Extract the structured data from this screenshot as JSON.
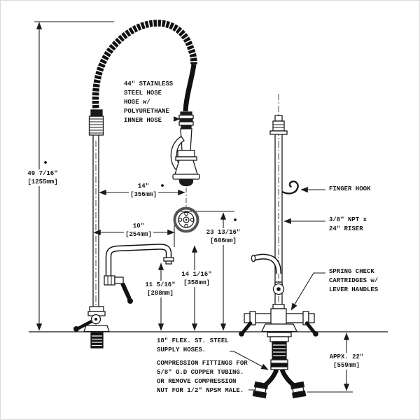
{
  "drawing_title": "pre-rinse-faucet-dimension-diagram",
  "diagram": {
    "colors": {
      "line": "#1b1b1b",
      "hose": "#111111",
      "background": "#ffffff"
    },
    "dimensions": {
      "overall_height": {
        "line1": "49 7/16\"",
        "line2": "[1255mm]",
        "marker": "dot"
      },
      "hose_offset": {
        "line1": "14\"",
        "line2": "[356mm]",
        "marker": "dot"
      },
      "spout_length": {
        "line1": "10\"",
        "line2": "[254mm]"
      },
      "spray_height": {
        "line1": "23 13/16\"",
        "line2": "[606mm]",
        "marker": "dot"
      },
      "spout_top_height": {
        "line1": "14 1/16\"",
        "line2": "[358mm]"
      },
      "spout_outlet_height": {
        "line1": "11 5/16\"",
        "line2": "[288mm]"
      },
      "supply_length": {
        "line1": "APPX. 22\"",
        "line2": "[559mm]"
      }
    },
    "callouts": {
      "hose_note": {
        "lines": [
          "44\" STAINLESS",
          "STEEL HOSE",
          "HOSE w/",
          "POLYURETHANE",
          "INNER HOSE"
        ]
      },
      "finger_hook": {
        "lines": [
          "FINGER HOOK"
        ]
      },
      "riser_note": {
        "lines": [
          "3/8\" NPT x",
          "24\" RISER"
        ]
      },
      "spring_check": {
        "lines": [
          "SPRING CHECK",
          "CARTRIDGES w/",
          "LEVER HANDLES"
        ]
      },
      "supply_hoses": {
        "lines": [
          "18\" FLEX. ST. STEEL",
          "SUPPLY HOSES."
        ]
      },
      "compression": {
        "lines": [
          "COMPRESSION FITTINGS FOR",
          "5/8\" O.D COPPER TUBING.",
          "OR REMOVE COMPRESSION",
          "NUT FOR 1/2\" NPSM MALE."
        ]
      }
    }
  }
}
